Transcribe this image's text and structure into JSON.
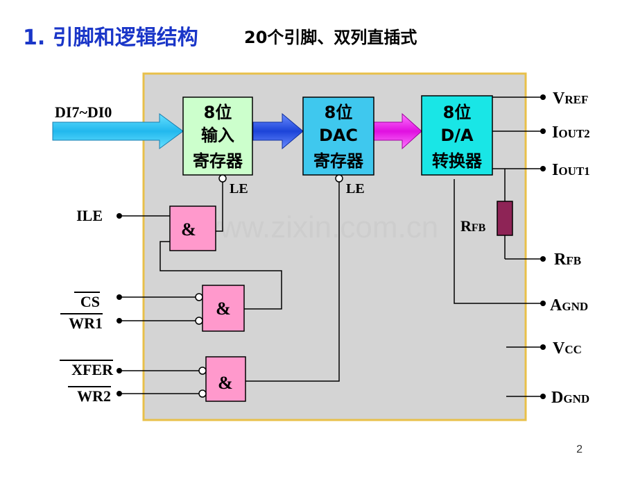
{
  "title": {
    "main": "1. 引脚和逻辑结构",
    "sub": "20个引脚、双列直插式"
  },
  "data_bus_label": "DI7~DI0",
  "blocks": {
    "input_register": {
      "line1": "8位",
      "line2": "输入",
      "line3": "寄存器",
      "le": "LE"
    },
    "dac_register": {
      "line1": "8位",
      "line2": "DAC",
      "line3": "寄存器",
      "le": "LE"
    },
    "da_converter": {
      "line1": "8位",
      "line2": "D/A",
      "line3": "转换器"
    }
  },
  "gates": {
    "and_symbol": "&"
  },
  "left_pins": {
    "ile": "ILE",
    "cs": "CS",
    "wr1": "WR1",
    "xfer": "XFER",
    "wr2": "WR2"
  },
  "right_pins": {
    "vref": {
      "big": "V",
      "small": "REF"
    },
    "iout2": {
      "big": "I",
      "small": "OUT2"
    },
    "iout1": {
      "big": "I",
      "small": "OUT1"
    },
    "rfb_internal": {
      "big": "R",
      "small": "FB"
    },
    "rfb": {
      "big": "R",
      "small": "FB"
    },
    "agnd": {
      "big": "A",
      "small": "GND"
    },
    "vcc": {
      "big": "V",
      "small": "CC"
    },
    "dgnd": {
      "big": "D",
      "small": "GND"
    }
  },
  "watermark": "www.zixin.com.cn",
  "page_number": "2",
  "colors": {
    "title_blue": "#1a36c8",
    "chip_bg": "#d4d4d4",
    "chip_border": "#e8c04a",
    "input_register": "#ccffcc",
    "dac_register": "#3fc8ee",
    "da_converter": "#19e6e6",
    "gate_fill": "#ff99cc",
    "resistor": "#8e2456",
    "arrow_cyan": "#33c8f0",
    "arrow_blue": "#2f5be0",
    "arrow_magenta": "#ee22ee"
  }
}
